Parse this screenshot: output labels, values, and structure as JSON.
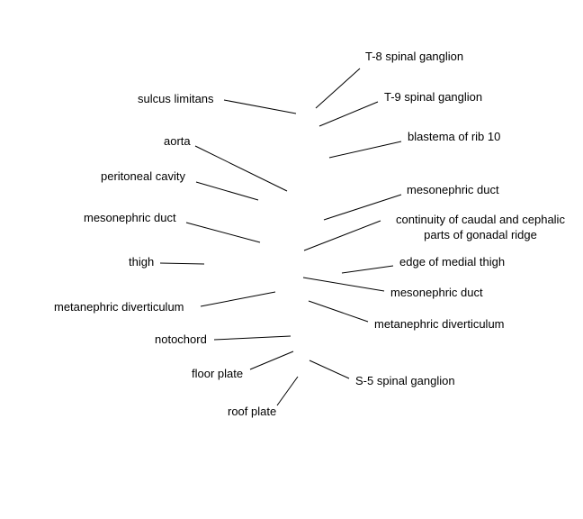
{
  "labels": {
    "t8_spinal_ganglion": "T-8 spinal ganglion",
    "sulcus_limitans": "sulcus limitans",
    "t9_spinal_ganglion": "T-9 spinal ganglion",
    "blastema_rib_10": "blastema of rib 10",
    "aorta": "aorta",
    "peritoneal_cavity": "peritoneal cavity",
    "mesonephric_duct_right_upper": "mesonephric duct",
    "continuity_line1": "continuity of caudal and cephalic",
    "continuity_line2": "parts of gonadal ridge",
    "mesonephric_duct_left": "mesonephric duct",
    "thigh": "thigh",
    "edge_medial_thigh": "edge of medial thigh",
    "mesonephric_duct_right_lower": "mesonephric duct",
    "metanephric_diverticulum_left": "metanephric diverticulum",
    "metanephric_diverticulum_right": "metanephric diverticulum",
    "notochord": "notochord",
    "floor_plate": "floor plate",
    "s5_spinal_ganglion": "S-5 spinal ganglion",
    "roof_plate": "roof plate"
  }
}
